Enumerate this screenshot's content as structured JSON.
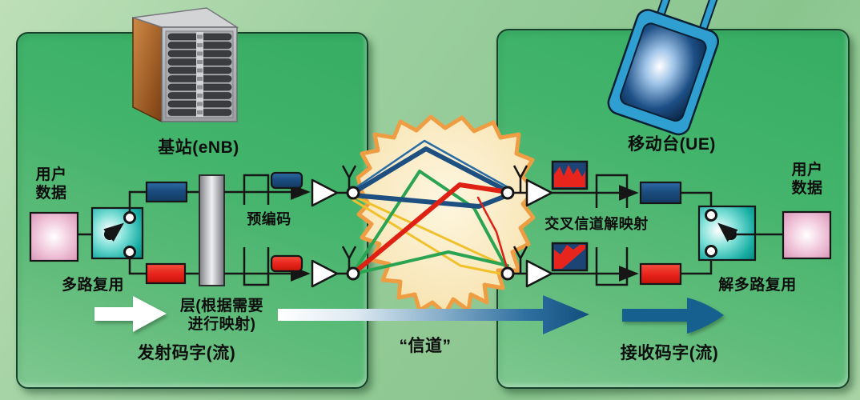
{
  "labels": {
    "base_station": "基站(eNB)",
    "mobile_station": "移动台(UE)",
    "user_data_left": "用户\n数据",
    "user_data_right": "用户\n数据",
    "multiplex": "多路复用",
    "precoding": "预编码",
    "layer_mapping": "层(根据需要\n进行映射)",
    "tx_codeword": "发射码字(流)",
    "channel": "“信道”",
    "cross_channel_demap": "交叉信道解映射",
    "demultiplex": "解多路复用",
    "rx_codeword": "接收码字(流)"
  },
  "icons": {
    "base_station": "server-tower-icon",
    "mobile_station": "mobile-phone-icon",
    "antenna": "antenna-icon",
    "amplifier": "amplifier-triangle-icon",
    "multiplexer": "switch-icon",
    "channel": "channel-cloud-icon",
    "spectrum": "spectrum-response-icon"
  },
  "colors": {
    "panel_green": "#41b36c",
    "background_green": "#a3d2a2",
    "codeword_blue": "#1b4d7f",
    "codeword_red": "#e8251d",
    "switch_teal": "#21b2a9",
    "user_data_pink": "#e2a5c3",
    "layer_mapper_gray": "#b9babe",
    "cloud_fill": "#f8e4b6",
    "cloud_border": "#ef9d42",
    "flow_arrow_blue": "#15608f",
    "channel_line_blue": "#1d5081",
    "channel_line_red": "#df2114",
    "channel_line_green": "#2aa352",
    "channel_line_yellow": "#f0c12c",
    "line_black": "#161616"
  }
}
